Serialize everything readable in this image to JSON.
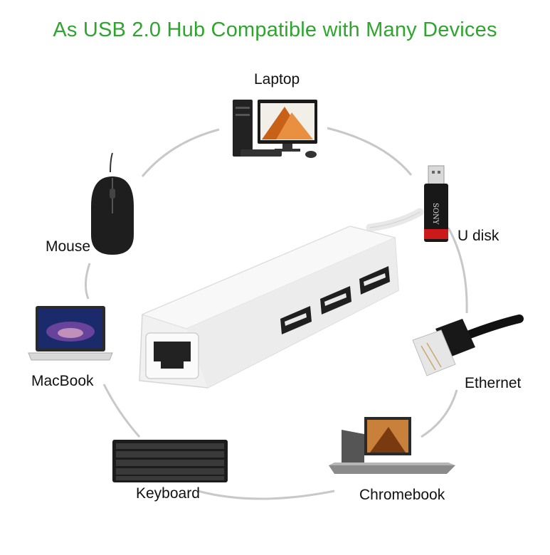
{
  "title": "As USB 2.0 Hub Compatible with Many Devices",
  "devices": {
    "laptop": "Laptop",
    "udisk": "U disk",
    "ethernet": "Ethernet",
    "chromebook": "Chromebook",
    "keyboard": "Keyboard",
    "macbook": "MacBook",
    "mouse": "Mouse"
  },
  "udisk_brand": "SONY",
  "colors": {
    "title": "#2fa52f",
    "ring": "#c8c8c8"
  }
}
